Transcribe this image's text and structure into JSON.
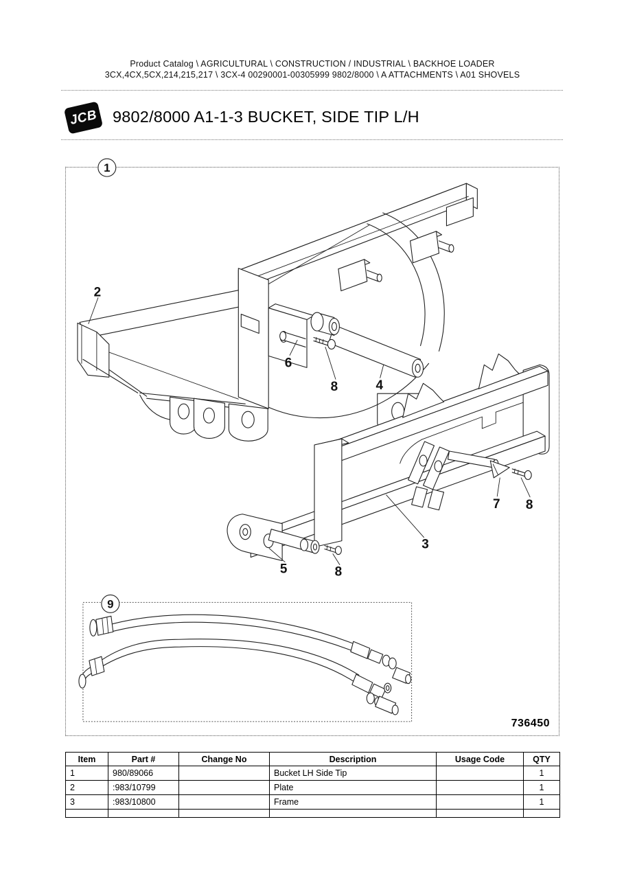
{
  "header": {
    "breadcrumb_line1": "Product Catalog \\ AGRICULTURAL \\ CONSTRUCTION / INDUSTRIAL \\ BACKHOE LOADER",
    "breadcrumb_line2": "3CX,4CX,5CX,214,215,217 \\ 3CX-4 00290001-00305999 9802/8000 \\ A ATTACHMENTS \\ A01 SHOVELS",
    "logo_text": "JCB",
    "title": "9802/8000 A1-1-3 BUCKET, SIDE TIP L/H"
  },
  "diagram": {
    "box_callout": "1",
    "inset_callout": "9",
    "figure_number": "736450",
    "callouts": [
      {
        "label": "2"
      },
      {
        "label": "6"
      },
      {
        "label": "8"
      },
      {
        "label": "4"
      },
      {
        "label": "7"
      },
      {
        "label": "8"
      },
      {
        "label": "3"
      },
      {
        "label": "5"
      },
      {
        "label": "8"
      }
    ]
  },
  "table": {
    "headers": [
      "Item",
      "Part #",
      "Change No",
      "Description",
      "Usage Code",
      "QTY"
    ],
    "rows": [
      {
        "item": "1",
        "part_number": "980/89066",
        "change_no": "",
        "description": "Bucket LH Side Tip",
        "usage_code": "",
        "qty": "1"
      },
      {
        "item": "2",
        "part_number": ":983/10799",
        "change_no": "",
        "description": "Plate",
        "usage_code": "",
        "qty": "1"
      },
      {
        "item": "3",
        "part_number": ":983/10800",
        "change_no": "",
        "description": "Frame",
        "usage_code": "",
        "qty": "1"
      }
    ]
  },
  "colors": {
    "line": "#1f1f1f",
    "background": "#ffffff",
    "text": "#000000"
  }
}
